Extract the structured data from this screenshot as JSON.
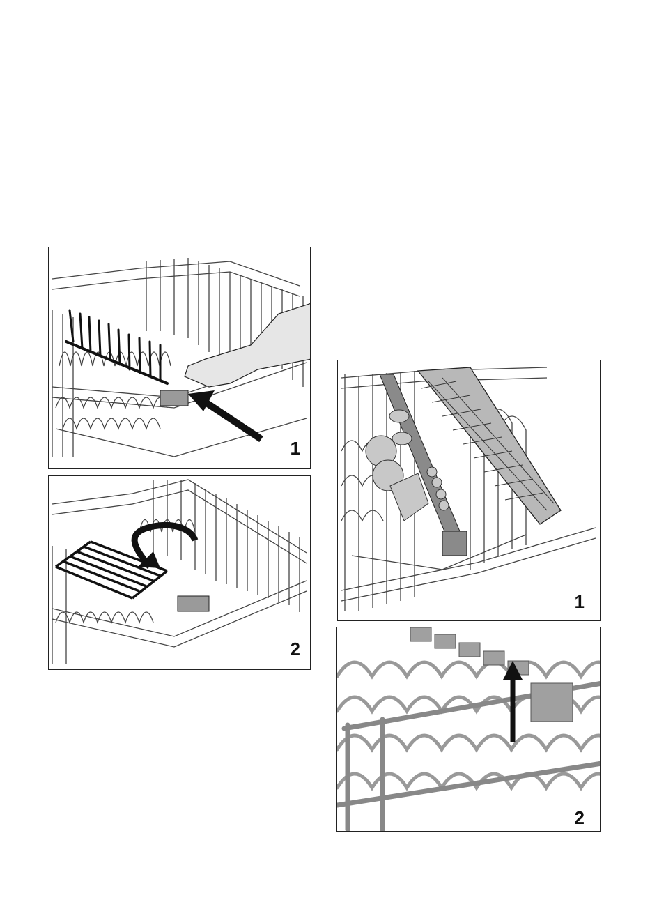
{
  "figures": [
    {
      "id": "left-1",
      "step": "1",
      "description_icon": "rack-push-lever-icon"
    },
    {
      "id": "left-2",
      "step": "2",
      "description_icon": "rack-fold-tines-icon"
    },
    {
      "id": "right-1",
      "step": "1",
      "description_icon": "rack-cutlery-tray-loaded-icon"
    },
    {
      "id": "right-2",
      "step": "2",
      "description_icon": "rack-lift-clip-icon"
    }
  ],
  "colors": {
    "wire": "#444444",
    "tine": "#111111",
    "gray_fill": "#b8b8b8",
    "dark_gray": "#7a7a7a",
    "arrow": "#111111"
  }
}
